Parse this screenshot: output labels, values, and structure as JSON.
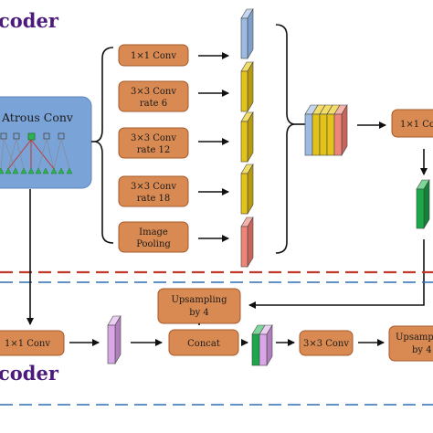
{
  "sections": {
    "encoder_title": "coder",
    "decoder_title": "coder"
  },
  "atrous_panel": {
    "title": "Atrous Conv"
  },
  "aspp_branches": [
    {
      "line1": "1×1 Conv",
      "line2": ""
    },
    {
      "line1": "3×3 Conv",
      "line2": "rate 6"
    },
    {
      "line1": "3×3 Conv",
      "line2": "rate 12"
    },
    {
      "line1": "3×3 Conv",
      "line2": "rate 18"
    },
    {
      "line1": "Image",
      "line2": "Pooling"
    }
  ],
  "encoder_out": {
    "conv_label": "1×1 Co"
  },
  "upsampling": {
    "line1": "Upsampling",
    "line2": "by 4"
  },
  "decoder": {
    "low_conv": "1×1 Conv",
    "concat": "Concat",
    "conv3": "3×3 Conv",
    "final_line1": "Upsamp",
    "final_line2": "by 4"
  },
  "colors": {
    "box_fill": "#d98a52",
    "box_stroke": "#a5582a",
    "panel_fill": "#7aa3d8",
    "section_title": "#4b1a7a",
    "divider_red": "#c0392b",
    "divider_blue": "#2e6db3",
    "slab_blue": "#9dbbe0",
    "slab_yellow": "#e3c21a",
    "slab_red": "#ee8579",
    "slab_green": "#1aa84a",
    "slab_violet": "#d9a6e6"
  }
}
